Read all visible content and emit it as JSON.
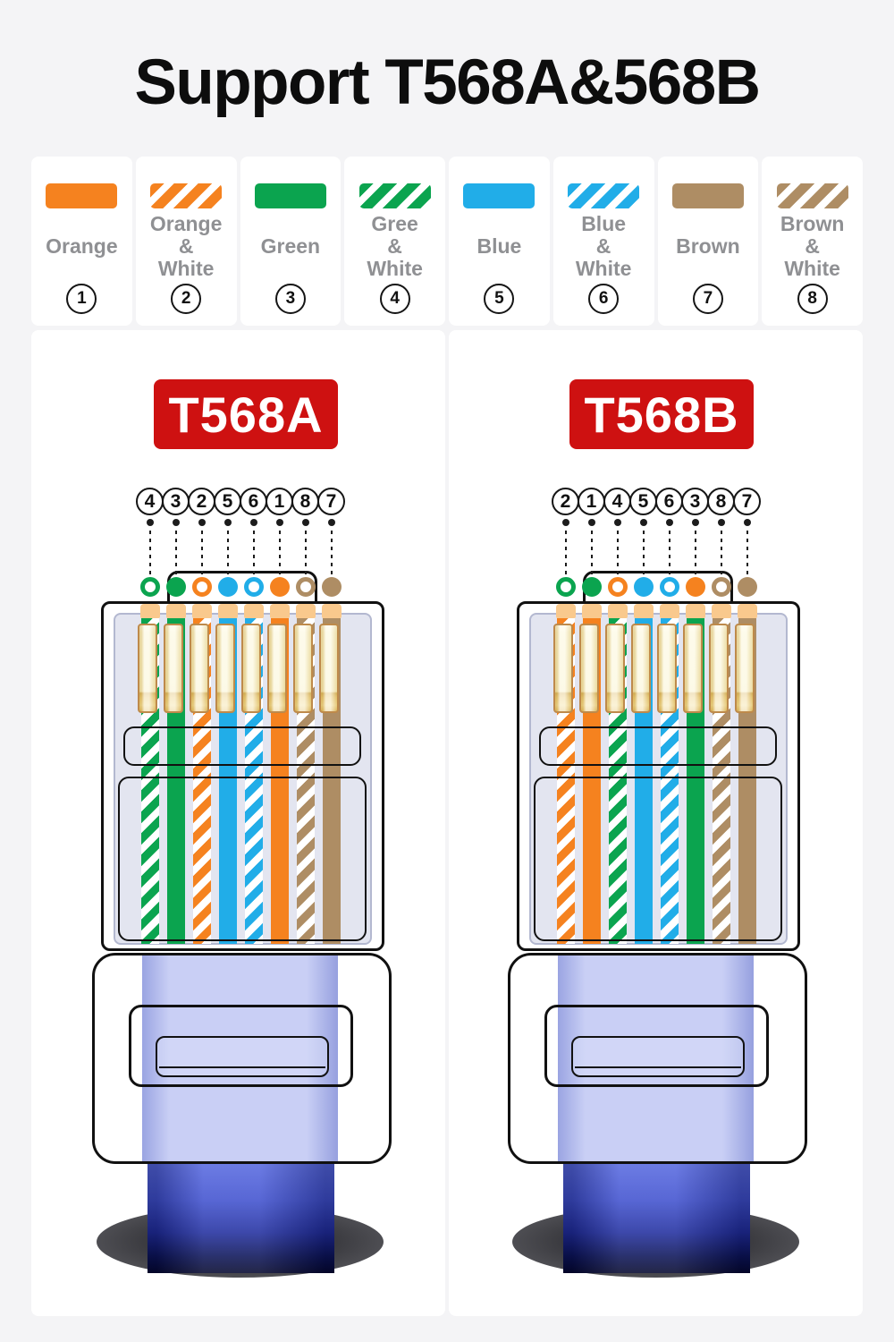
{
  "title": "Support T568A&568B",
  "colors": {
    "orange": "#f5821f",
    "green": "#0ba44f",
    "blue": "#21ade8",
    "brown": "#ae8d64",
    "badge_red": "#ce1111",
    "label_gray": "#8f9093",
    "page_bg": "#f4f4f6",
    "card_bg": "#ffffff",
    "head_panel": "#e3e5f0",
    "cap_peach": "#f9c98d",
    "pin_light": "#faf3c5",
    "pin_band": "#eaca70",
    "cable_light": "#c9cff5",
    "cable_blue": "#5a6ce2",
    "cable_dark": "#05082e",
    "shadow_gray": "#626267"
  },
  "legend": {
    "items": [
      {
        "id": "orange",
        "label": "Orange",
        "lines": [
          "Orange"
        ],
        "number": "1",
        "color": "orange",
        "striped": false
      },
      {
        "id": "orange-white",
        "label": "Orange & White",
        "lines": [
          "Orange",
          "&",
          "White"
        ],
        "number": "2",
        "color": "orange",
        "striped": true
      },
      {
        "id": "green",
        "label": "Green",
        "lines": [
          "Green"
        ],
        "number": "3",
        "color": "green",
        "striped": false
      },
      {
        "id": "green-white",
        "label": "Gree & White",
        "lines": [
          "Gree",
          "&",
          "White"
        ],
        "number": "4",
        "color": "green",
        "striped": true
      },
      {
        "id": "blue",
        "label": "Blue",
        "lines": [
          "Blue"
        ],
        "number": "5",
        "color": "blue",
        "striped": false
      },
      {
        "id": "blue-white",
        "label": "Blue & White",
        "lines": [
          "Blue",
          "&",
          "White"
        ],
        "number": "6",
        "color": "blue",
        "striped": true
      },
      {
        "id": "brown",
        "label": "Brown",
        "lines": [
          "Brown"
        ],
        "number": "7",
        "color": "brown",
        "striped": false
      },
      {
        "id": "brown-white",
        "label": "Brown & White",
        "lines": [
          "Brown",
          "&",
          "White"
        ],
        "number": "8",
        "color": "brown",
        "striped": true
      }
    ]
  },
  "diagrams": [
    {
      "id": "t568a",
      "badge": "T568A",
      "pin_numbers": [
        "4",
        "3",
        "2",
        "5",
        "6",
        "1",
        "8",
        "7"
      ],
      "tip_dots": [
        {
          "color": "green",
          "striped": true
        },
        {
          "color": "green",
          "striped": false
        },
        {
          "color": "orange",
          "striped": true
        },
        {
          "color": "blue",
          "striped": false
        },
        {
          "color": "blue",
          "striped": true
        },
        {
          "color": "orange",
          "striped": false
        },
        {
          "color": "brown",
          "striped": true
        },
        {
          "color": "brown",
          "striped": false
        }
      ],
      "wires": [
        {
          "color": "green",
          "striped": true
        },
        {
          "color": "green",
          "striped": false
        },
        {
          "color": "orange",
          "striped": true
        },
        {
          "color": "blue",
          "striped": false
        },
        {
          "color": "blue",
          "striped": true
        },
        {
          "color": "orange",
          "striped": false
        },
        {
          "color": "brown",
          "striped": true
        },
        {
          "color": "brown",
          "striped": false
        }
      ]
    },
    {
      "id": "t568b",
      "badge": "T568B",
      "pin_numbers": [
        "2",
        "1",
        "4",
        "5",
        "6",
        "3",
        "8",
        "7"
      ],
      "tip_dots": [
        {
          "color": "green",
          "striped": true
        },
        {
          "color": "green",
          "striped": false
        },
        {
          "color": "orange",
          "striped": true
        },
        {
          "color": "blue",
          "striped": false
        },
        {
          "color": "blue",
          "striped": true
        },
        {
          "color": "orange",
          "striped": false
        },
        {
          "color": "brown",
          "striped": true
        },
        {
          "color": "brown",
          "striped": false
        }
      ],
      "wires": [
        {
          "color": "orange",
          "striped": true
        },
        {
          "color": "orange",
          "striped": false
        },
        {
          "color": "green",
          "striped": true
        },
        {
          "color": "blue",
          "striped": false
        },
        {
          "color": "blue",
          "striped": true
        },
        {
          "color": "green",
          "striped": false
        },
        {
          "color": "brown",
          "striped": true
        },
        {
          "color": "brown",
          "striped": false
        }
      ]
    }
  ]
}
